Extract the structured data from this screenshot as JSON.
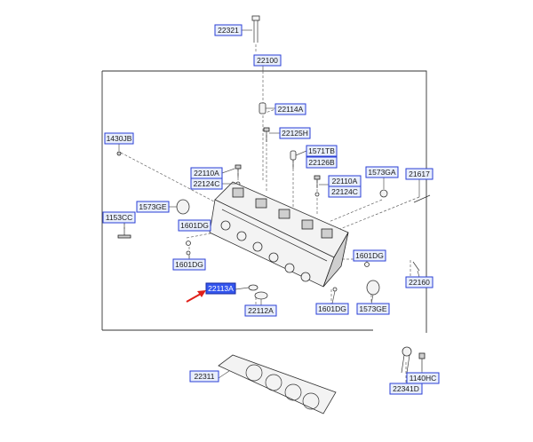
{
  "diagram": {
    "highlight_color": "#3355ee",
    "arrow_color": "#e0201a",
    "callout_color": "#2a3fd6",
    "callouts": {
      "c22321": "22321",
      "c22100": "22100",
      "c22114a": "22114A",
      "c1430jb": "1430JB",
      "c22125h": "22125H",
      "c1571tb": "1571TB",
      "c22126b": "22126B",
      "c22110a_left": "22110A",
      "c22124c_left": "22124C",
      "c1573ga": "1573GA",
      "c21617": "21617",
      "c22110a_right": "22110A",
      "c22124c_right": "22124C",
      "c1573ge_left": "1573GE",
      "c1153cc": "1153CC",
      "c1601dg_a": "1601DG",
      "c1601dg_b": "1601DG",
      "c1601dg_c": "1601DG",
      "c1601dg_d": "1601DG",
      "c22160": "22160",
      "c22113a": "22113A",
      "c22112a": "22112A",
      "c1573ge_right": "1573GE",
      "c22311": "22311",
      "c1140hc": "1140HC",
      "c22341d": "22341D"
    }
  }
}
